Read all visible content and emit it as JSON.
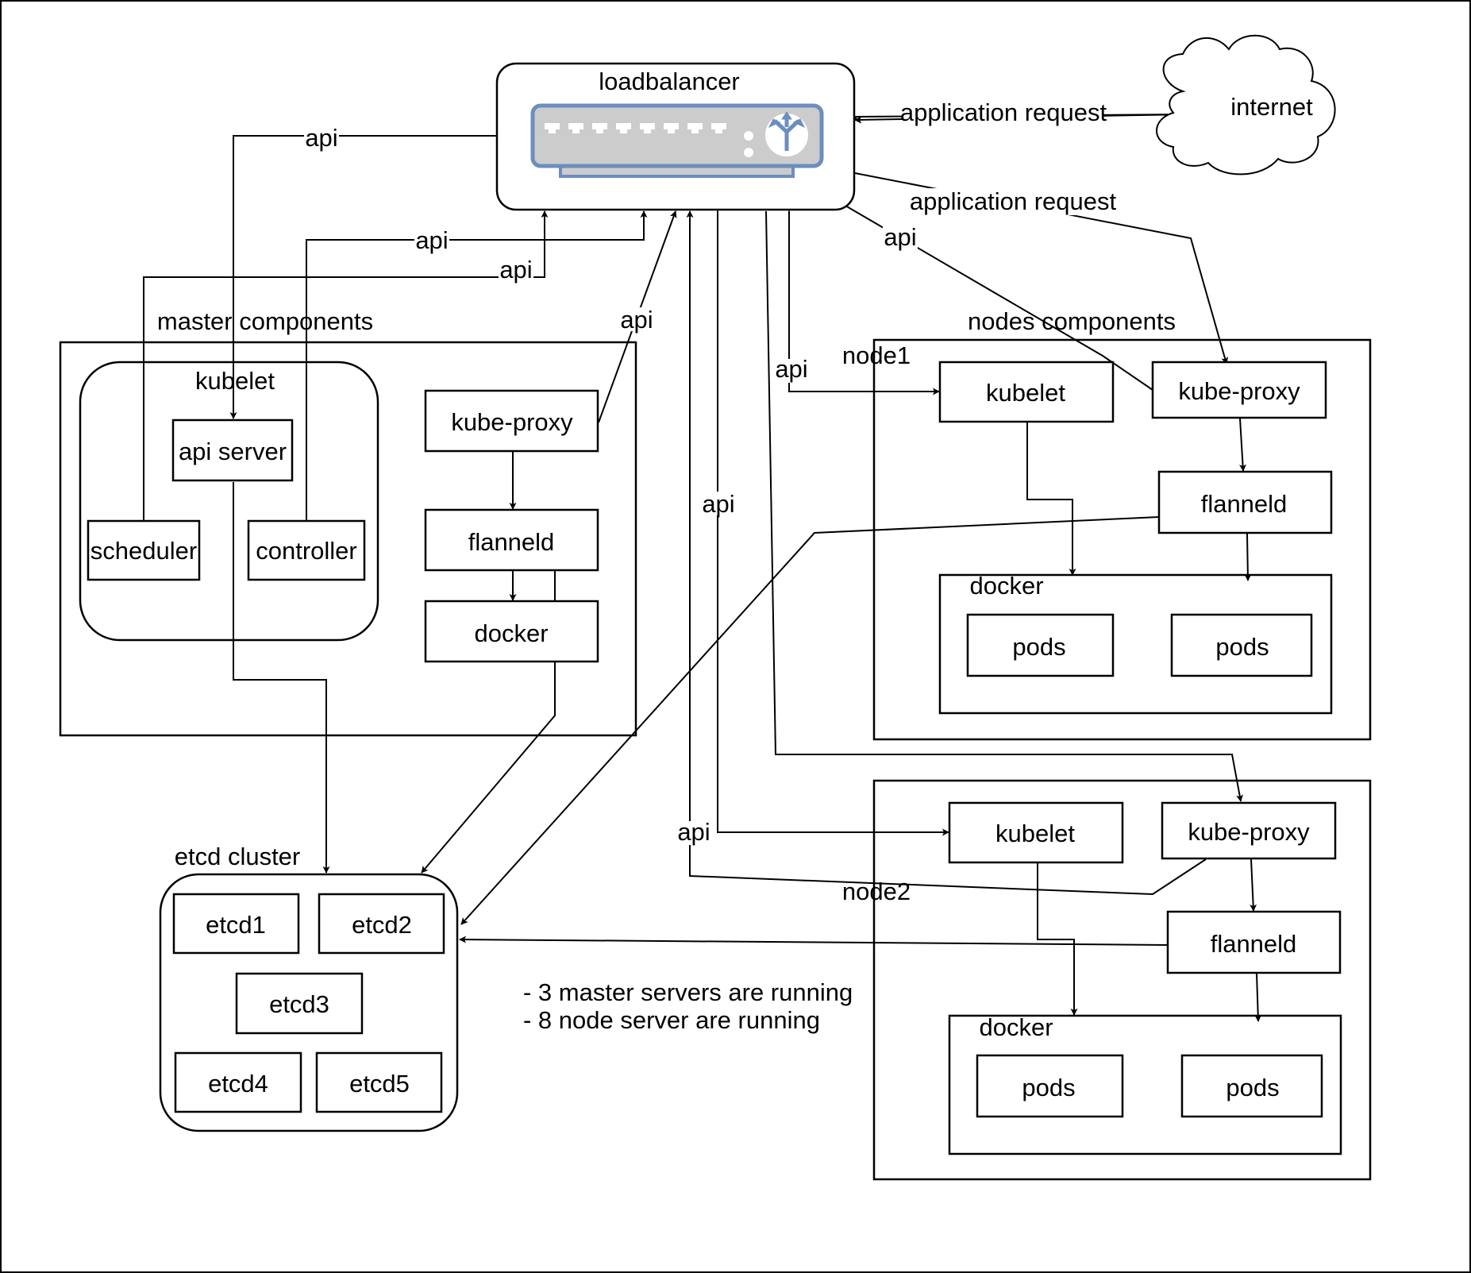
{
  "diagram": {
    "loadbalancer": "loadbalancer",
    "internet": "internet",
    "master_components": "master components",
    "kubelet_group": "kubelet",
    "api_server": "api server",
    "scheduler": "scheduler",
    "controller": "controller",
    "master_kube_proxy": "kube-proxy",
    "master_flanneld": "flanneld",
    "master_docker": "docker",
    "nodes_components": "nodes components",
    "node1": "node1",
    "node2": "node2",
    "node1_kubelet": "kubelet",
    "node1_kube_proxy": "kube-proxy",
    "node1_flanneld": "flanneld",
    "node1_docker": "docker",
    "node1_pods_1": "pods",
    "node1_pods_2": "pods",
    "node2_kubelet": "kubelet",
    "node2_kube_proxy": "kube-proxy",
    "node2_flanneld": "flanneld",
    "node2_docker": "docker",
    "node2_pods_1": "pods",
    "node2_pods_2": "pods",
    "etcd_cluster": "etcd cluster",
    "etcd1": "etcd1",
    "etcd2": "etcd2",
    "etcd3": "etcd3",
    "etcd4": "etcd4",
    "etcd5": "etcd5",
    "note_line_1": "- 3 master servers are running",
    "note_line_2": "- 8 node server are running",
    "edge_labels": {
      "app_request_in": "application request",
      "app_request_out": "application request",
      "api_lb_to_apiserver": "api",
      "api_controller": "api",
      "api_scheduler": "api",
      "api_master_proxy": "api",
      "api_node1_proxy": "api",
      "api_node1_kubelet": "api",
      "api_node2_kubelet": "api",
      "api_node2_proxy": "api"
    }
  },
  "colors": {
    "device_fill": "#cccccc",
    "device_stroke": "#6c8ebf",
    "line": "#000000"
  }
}
